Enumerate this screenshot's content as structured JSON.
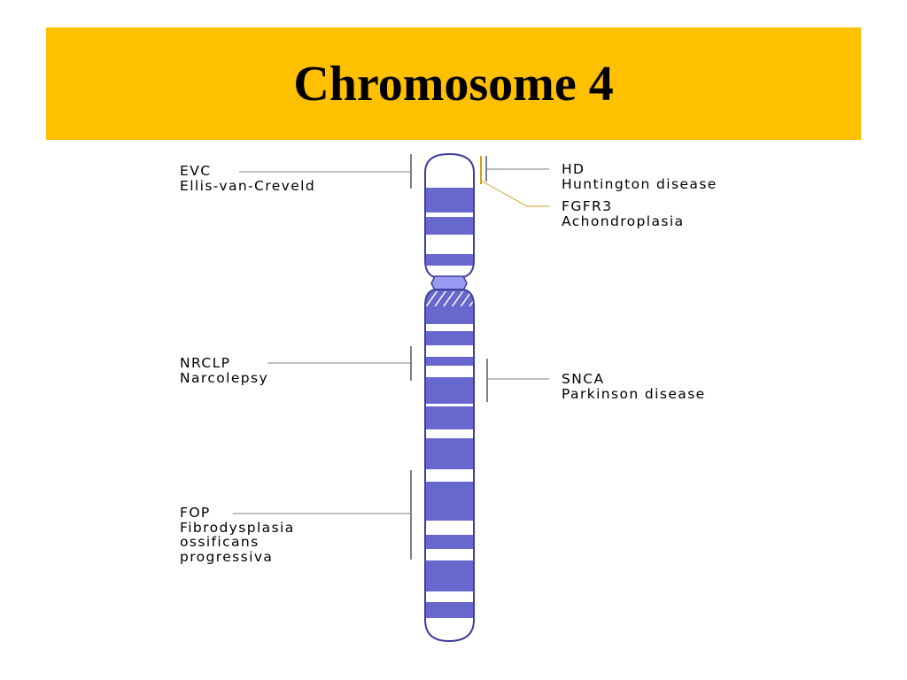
{
  "slide": {
    "title": "Chromosome 4",
    "title_bar_color": "#FFC000"
  },
  "chromosome": {
    "band_color": "#6767CE",
    "outline_color": "#3E3E9C",
    "centromere_color": "#9A9AF2",
    "highlight_line_color": "#D4A017"
  },
  "genes": {
    "evc": {
      "symbol": "EVC",
      "disease": "Ellis-van-Creveld",
      "side": "left"
    },
    "hd": {
      "symbol": "HD",
      "disease": "Huntington disease",
      "side": "right"
    },
    "fgfr3": {
      "symbol": "FGFR3",
      "disease": "Achondroplasia",
      "side": "right"
    },
    "nrclp": {
      "symbol": "NRCLP",
      "disease": "Narcolepsy",
      "side": "left"
    },
    "snca": {
      "symbol": "SNCA",
      "disease": "Parkinson disease",
      "side": "right"
    },
    "fop": {
      "symbol": "FOP",
      "disease_lines": [
        "Fibrodysplasia",
        "ossificans",
        "progressiva"
      ],
      "side": "left"
    }
  }
}
